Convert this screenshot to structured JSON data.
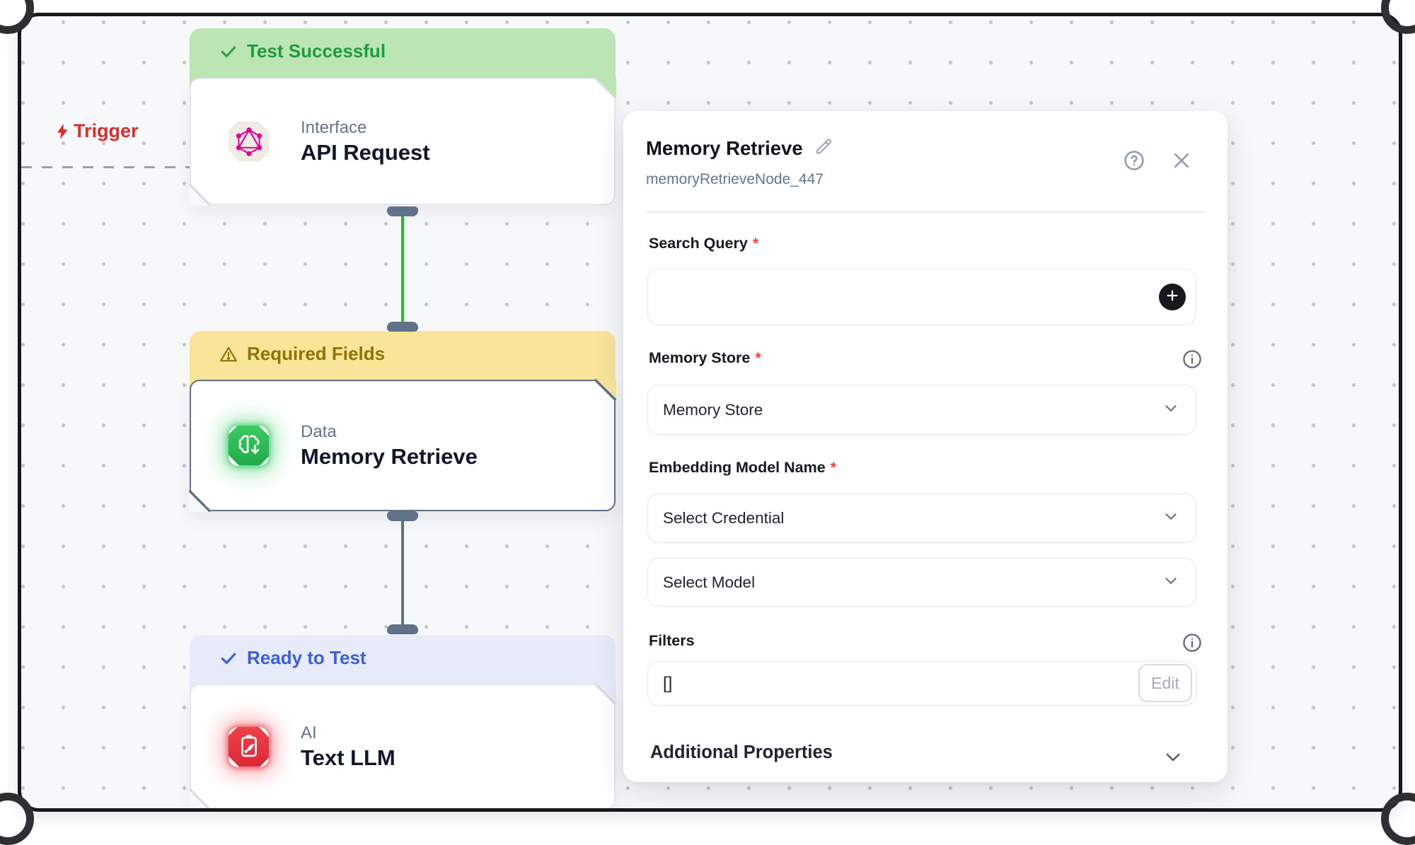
{
  "colors": {
    "success_bg": "#bbe5b3",
    "success_text": "#1d9c3c",
    "warning_bg": "#f8e59a",
    "warning_text": "#8f7400",
    "info_bg": "#e7ebfa",
    "info_text": "#3a5fe0",
    "trigger_red": "#e02b2b",
    "edge_active_green": "#28b92e",
    "edge_default_slate": "#5f7287",
    "graphql_pink": "#e10098",
    "memory_icon_green": "#2ec158",
    "llm_icon_red": "#e6353f"
  },
  "canvas": {
    "trigger_label": "Trigger",
    "nodes": [
      {
        "status": "Test Successful",
        "category": "Interface",
        "title": "API Request"
      },
      {
        "status": "Required Fields",
        "category": "Data",
        "title": "Memory Retrieve"
      },
      {
        "status": "Ready to Test",
        "category": "AI",
        "title": "Text LLM"
      }
    ]
  },
  "panel": {
    "title": "Memory Retrieve",
    "node_id": "memoryRetrieveNode_447",
    "required_mark": "*",
    "search_query": {
      "label": "Search Query",
      "value": ""
    },
    "memory_store": {
      "label": "Memory Store",
      "selected": "Memory Store"
    },
    "embedding": {
      "label": "Embedding Model Name",
      "credential_placeholder": "Select Credential",
      "model_placeholder": "Select Model"
    },
    "filters": {
      "label": "Filters",
      "value": "[]",
      "edit_label": "Edit"
    },
    "additional_properties": {
      "label": "Additional Properties"
    }
  }
}
